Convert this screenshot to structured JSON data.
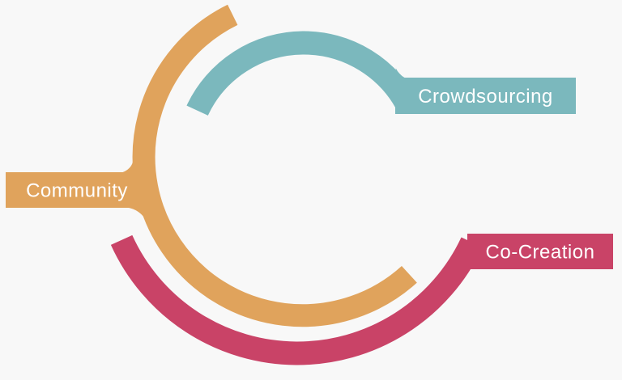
{
  "diagram": {
    "title": "Crowdsourcing / Community / Co-Creation ring diagram",
    "background_color": "#f8f8f8",
    "text_color": "#ffffff",
    "labels": {
      "crowdsourcing": {
        "text": "Crowdsourcing",
        "color": "#7bb8bd"
      },
      "community": {
        "text": "Community",
        "color": "#e0a35c"
      },
      "co_creation": {
        "text": "Co-Creation",
        "color": "#c94367"
      }
    }
  }
}
